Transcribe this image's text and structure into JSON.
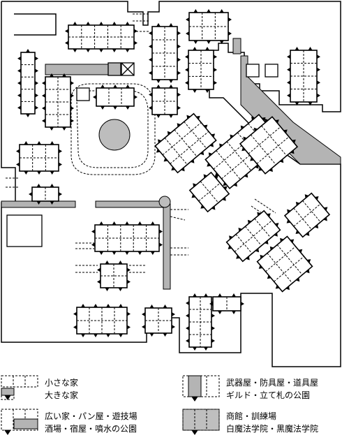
{
  "map": {
    "colors": {
      "wall": "#000000",
      "special": "#b4b4b4",
      "fountain": "#bdbdbd",
      "bg": "#ffffff"
    }
  },
  "legend": {
    "items": [
      {
        "id": "small-house",
        "line1": "小さな家",
        "line2": "大きな家"
      },
      {
        "id": "shops",
        "line1": "武器屋・防具屋・道具屋",
        "line2": "ギルド・立て札の公園"
      },
      {
        "id": "big-house",
        "line1": "広い家・パン屋・遊技場",
        "line2": "酒場・宿屋・噴水の公園"
      },
      {
        "id": "academy",
        "line1": "商館・訓練場",
        "line2": "白魔法学院・黒魔法学院"
      }
    ]
  }
}
